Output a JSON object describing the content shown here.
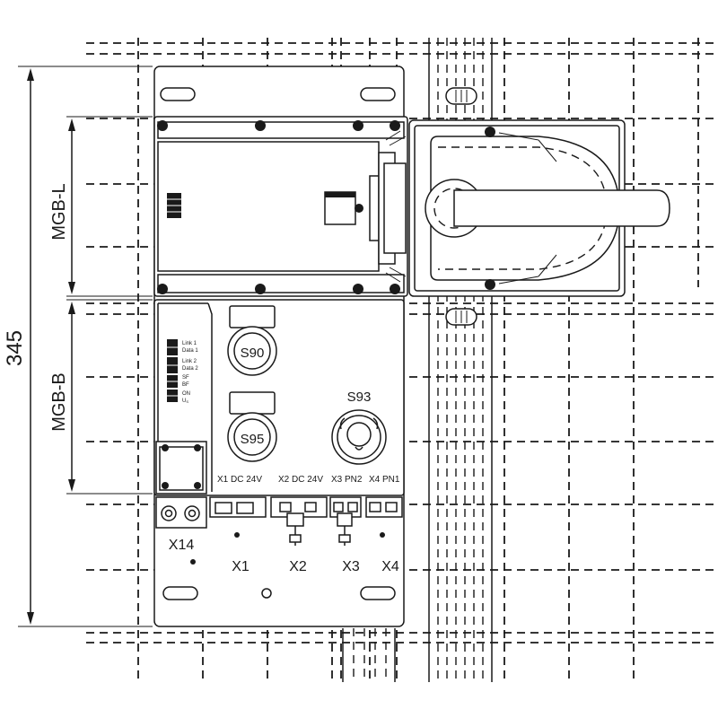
{
  "dimensions": {
    "total": "345",
    "upper_module": "MGB-L",
    "lower_module": "MGB-B"
  },
  "buttons": {
    "s90": "S90",
    "s95": "S95",
    "s93": "S93"
  },
  "leds": {
    "link1": "Link 1",
    "data1": "Data 1",
    "link2": "Link 2",
    "data2": "Data 2",
    "sf": "SF",
    "bf": "BF",
    "on": "ON",
    "us": "U",
    "us_sub": "S"
  },
  "connectors": {
    "x1_rating": "X1  DC 24V",
    "x2_rating": "X2 DC 24V",
    "x3_rating": "X3 PN2",
    "x4_rating": "X4 PN1",
    "x1": "X1",
    "x2": "X2",
    "x3": "X3",
    "x4": "X4",
    "x14": "X14"
  }
}
